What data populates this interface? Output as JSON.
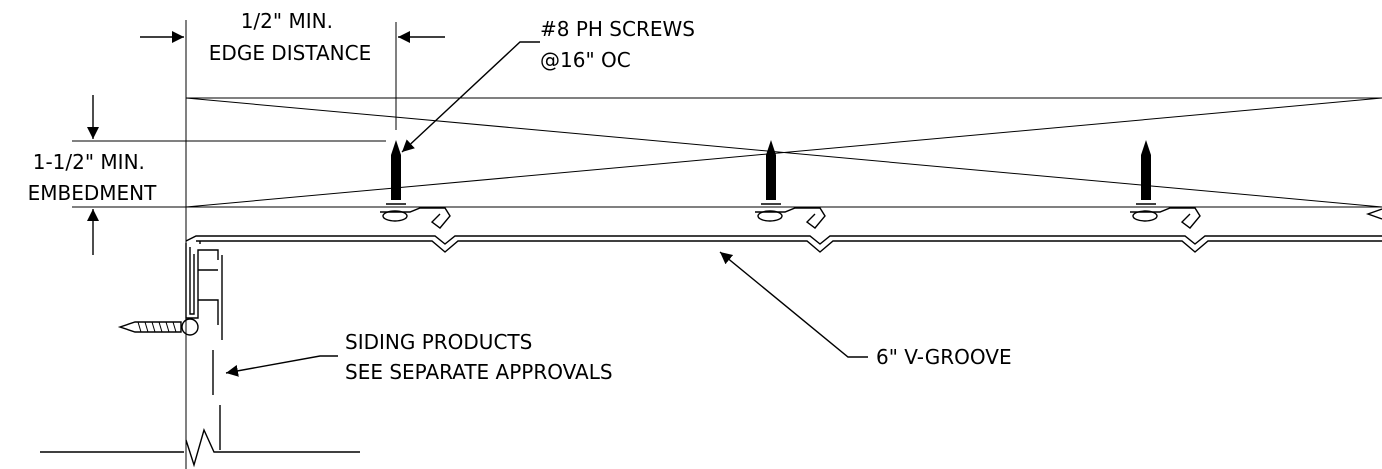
{
  "notes": {
    "edge_distance": [
      "1/2\" MIN.",
      "EDGE DISTANCE"
    ],
    "screws": [
      "#8 PH SCREWS",
      "@16\" OC"
    ],
    "embedment": [
      "1-1/2\" MIN.",
      "EMBEDMENT"
    ],
    "siding": [
      "SIDING PRODUCTS",
      "SEE SEPARATE APPROVALS"
    ],
    "groove": "6\" V-GROOVE"
  },
  "colors": {
    "line": "#000000",
    "background": "#ffffff"
  }
}
